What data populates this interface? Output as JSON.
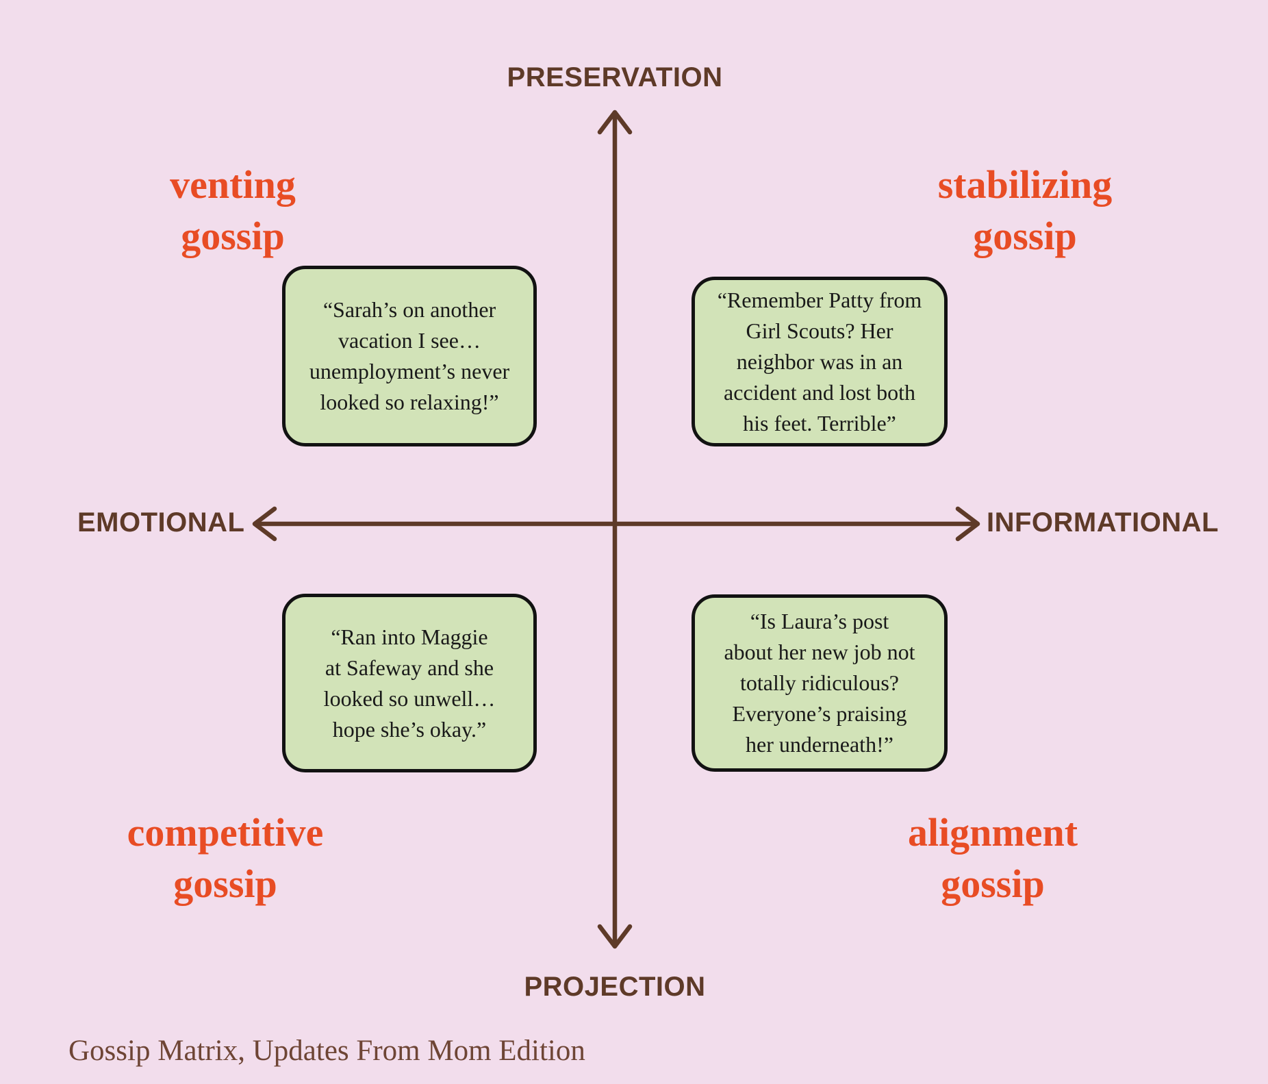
{
  "title": "Gossip Matrix, Updates From Mom Edition",
  "axes": {
    "top": "PRESERVATION",
    "bottom": "PROJECTION",
    "left": "EMOTIONAL",
    "right": "INFORMATIONAL"
  },
  "quadrants": {
    "top_left": {
      "label": "venting\ngossip",
      "quote": "“Sarah’s on another\nvacation I see…\nunemployment’s never\nlooked so relaxing!”"
    },
    "top_right": {
      "label": "stabilizing\ngossip",
      "quote": "“Remember Patty from\nGirl Scouts? Her\nneighbor was in an\naccident and lost both\nhis feet. Terrible”"
    },
    "bottom_left": {
      "label": "competitive\ngossip",
      "quote": "“Ran into Maggie\nat Safeway and she\nlooked so unwell…\nhope she’s okay.”"
    },
    "bottom_right": {
      "label": "alignment\ngossip",
      "quote": "“Is Laura’s post\nabout her new job not\ntotally ridiculous?\nEveryone’s praising\nher underneath!”"
    }
  },
  "colors": {
    "bg": "#f2ddec",
    "axis": "#5e3a28",
    "accent": "#e84c24",
    "box_fill": "#d2e3b8",
    "box_border": "#121212",
    "box_text": "#191919",
    "caption": "#6e4535"
  }
}
